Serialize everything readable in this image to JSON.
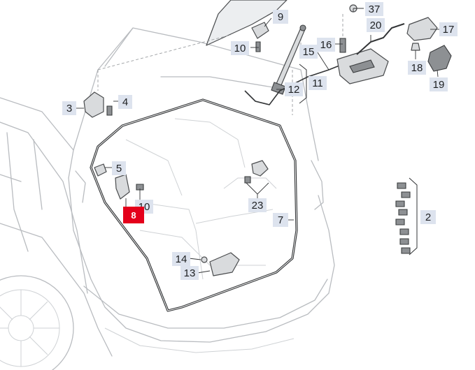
{
  "diagram": {
    "highlight_color": "#e4001b",
    "callout_color": "#dde3ee",
    "callouts": {
      "c37": "37",
      "c9": "9",
      "c20": "20",
      "c17": "17",
      "c16": "16",
      "c15": "15",
      "c10a": "10",
      "c18": "18",
      "c19": "19",
      "c12": "12",
      "c11": "11",
      "c3": "3",
      "c4": "4",
      "c5": "5",
      "c10b": "10",
      "c8": "8",
      "c23": "23",
      "c7": "7",
      "c2": "2",
      "c14": "14",
      "c13": "13"
    }
  }
}
